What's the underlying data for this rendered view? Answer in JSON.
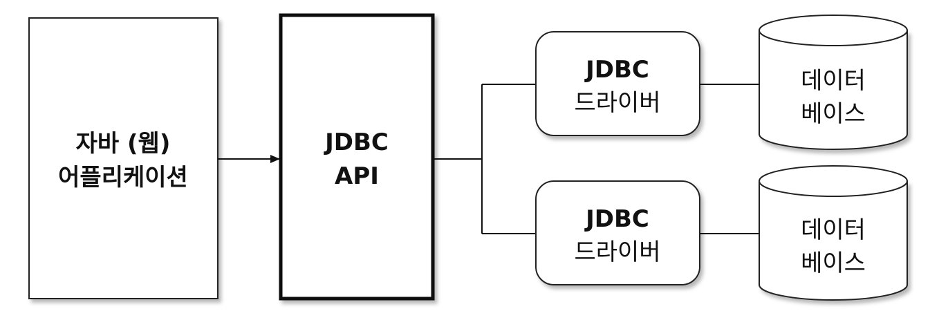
{
  "app": {
    "label": "자바 (웹)",
    "label2": "어플리케이션"
  },
  "api": {
    "line1": "JDBC",
    "line2": "API"
  },
  "drivers": [
    {
      "line1": "JDBC",
      "line2": "드라이버"
    },
    {
      "line1": "JDBC",
      "line2": "드라이버"
    }
  ],
  "databases": [
    {
      "line1": "데이터",
      "line2": "베이스"
    },
    {
      "line1": "데이터",
      "line2": "베이스"
    }
  ]
}
